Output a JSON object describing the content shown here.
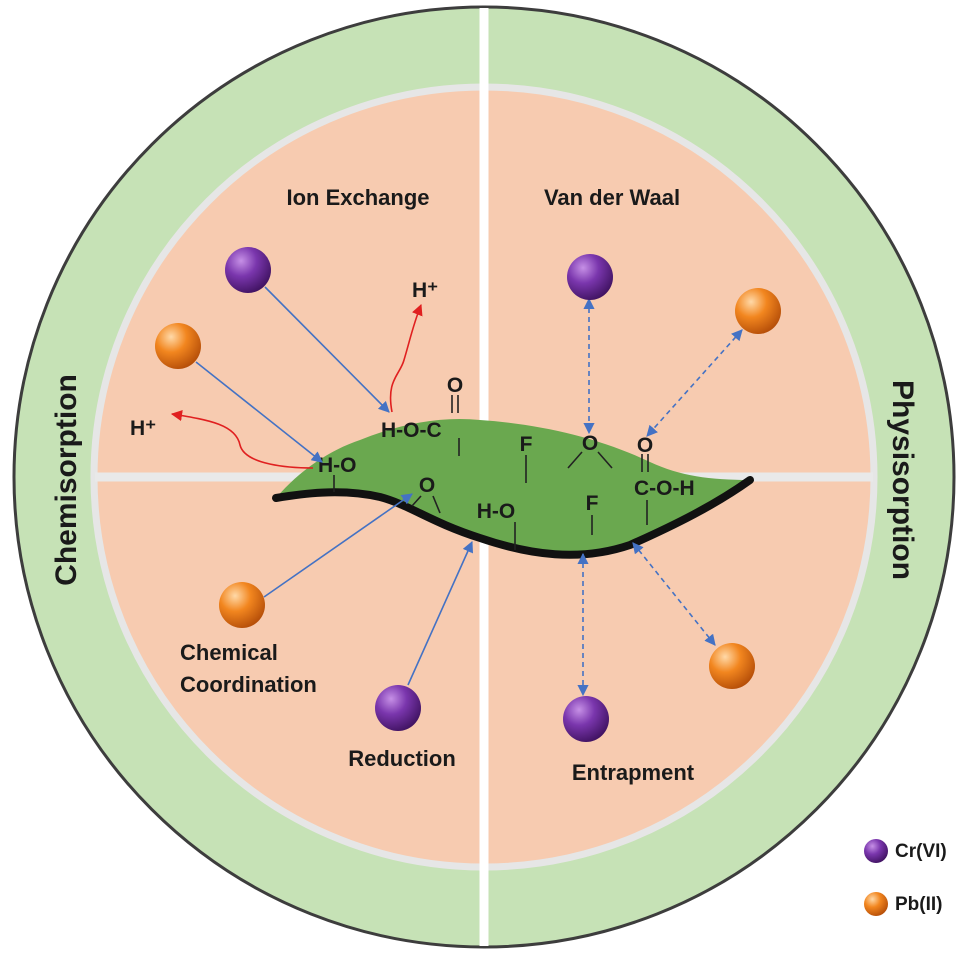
{
  "outer_ring": {
    "left_label": "Chemisorption",
    "right_label": "Physisorption"
  },
  "quadrants": {
    "top_left": "Ion Exchange",
    "top_right": "Van der Waal",
    "bottom_left_line1": "Chemical",
    "bottom_left_line2": "Coordination",
    "bottom_center": "Reduction",
    "bottom_right": "Entrapment"
  },
  "surface_groups": {
    "hoc": "H-O-C",
    "carbonyl_o_left": "O",
    "ho_left": "H-O",
    "f_top": "F",
    "o_top": "O",
    "carbonyl_o_right": "O",
    "coh": "C-O-H",
    "o_lower": "O",
    "ho_lower": "H-O",
    "f_lower": "F"
  },
  "products": {
    "h_plus_1": "H⁺",
    "h_plus_2": "H⁺"
  },
  "legend": [
    {
      "label": "Cr(VI)",
      "color": "#6a2a9a"
    },
    {
      "label": "Pb(II)",
      "color": "#f07a1a"
    }
  ],
  "colors": {
    "ring_green": "#c6e2b6",
    "quadrant_peach": "#f7cbb0",
    "sheet_green": "#6aa84f",
    "arrow_blue": "#4472c4",
    "arrow_red": "#e02020"
  }
}
